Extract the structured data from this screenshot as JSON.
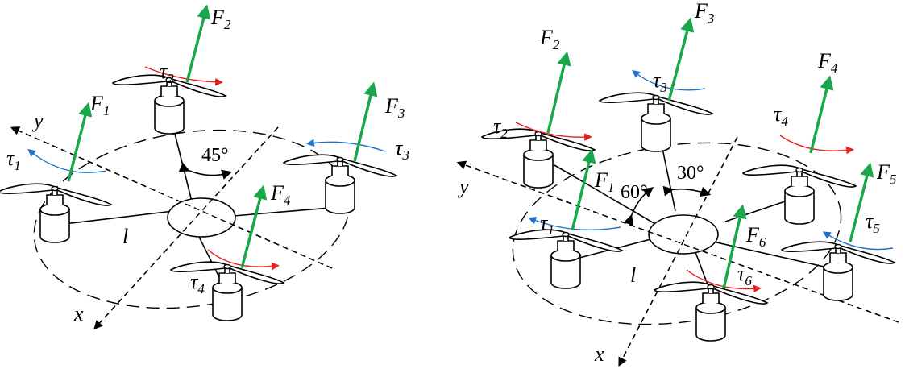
{
  "diagram": {
    "quad": {
      "axes": {
        "x": "x",
        "y": "y",
        "l": "l"
      },
      "angle": "45°",
      "rotors": [
        {
          "force": "F",
          "force_sub": "1",
          "torque": "τ",
          "torque_sub": "1"
        },
        {
          "force": "F",
          "force_sub": "2",
          "torque": "τ",
          "torque_sub": "2"
        },
        {
          "force": "F",
          "force_sub": "3",
          "torque": "τ",
          "torque_sub": "3"
        },
        {
          "force": "F",
          "force_sub": "4",
          "torque": "τ",
          "torque_sub": "4"
        }
      ]
    },
    "hexa": {
      "axes": {
        "x": "x",
        "y": "y",
        "l": "l"
      },
      "angle_a": "60°",
      "angle_b": "30°",
      "rotors": [
        {
          "force": "F",
          "force_sub": "1",
          "torque": "τ",
          "torque_sub": "1"
        },
        {
          "force": "F",
          "force_sub": "2",
          "torque": "τ",
          "torque_sub": "2"
        },
        {
          "force": "F",
          "force_sub": "3",
          "torque": "τ",
          "torque_sub": "3"
        },
        {
          "force": "F",
          "force_sub": "4",
          "torque": "τ",
          "torque_sub": "4"
        },
        {
          "force": "F",
          "force_sub": "5",
          "torque": "τ",
          "torque_sub": "5"
        },
        {
          "force": "F",
          "force_sub": "6",
          "torque": "τ",
          "torque_sub": "6"
        }
      ]
    },
    "colors": {
      "force_arrow": "#1aa64a",
      "torque_red": "#ee1c1c",
      "torque_blue": "#1e72c6",
      "line": "#000000"
    }
  }
}
